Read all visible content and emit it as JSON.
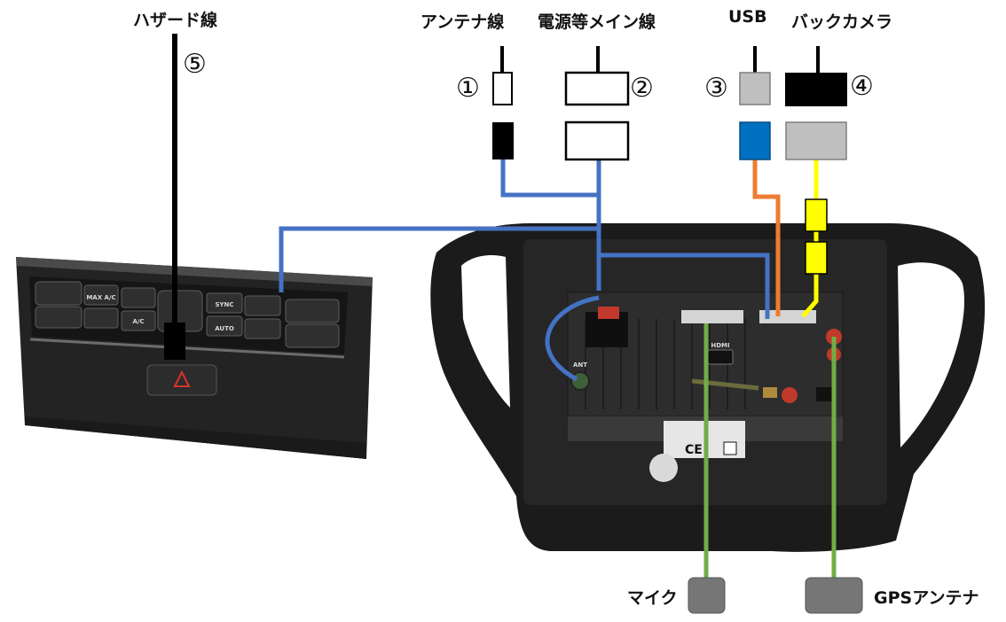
{
  "colors": {
    "antenna_wire": "#4472c4",
    "usb_wire": "#ed7d31",
    "camera_wire": "#ffff00",
    "mic_gps_wire": "#70ad47",
    "usb_plug": "#0070c0",
    "pod": "#767676",
    "hazard_button": "#d9342b"
  },
  "labels": {
    "hazard_wire": "ハザード線",
    "antenna_wire": "アンテナ線",
    "main_power_wire": "電源等メイン線",
    "usb": "USB",
    "back_camera": "バックカメラ",
    "microphone": "マイク",
    "gps_antenna": "GPSアンテナ"
  },
  "numbers": {
    "antenna": "①",
    "main_power": "②",
    "usb": "③",
    "back_camera": "④",
    "hazard": "⑤"
  },
  "climate_panel": {
    "buttons": [
      "MAX A/C",
      "A/C",
      "SYNC",
      "AUTO"
    ]
  },
  "headunit": {
    "port_labels": [
      "ANT",
      "HDMI"
    ],
    "certification": "CE"
  }
}
